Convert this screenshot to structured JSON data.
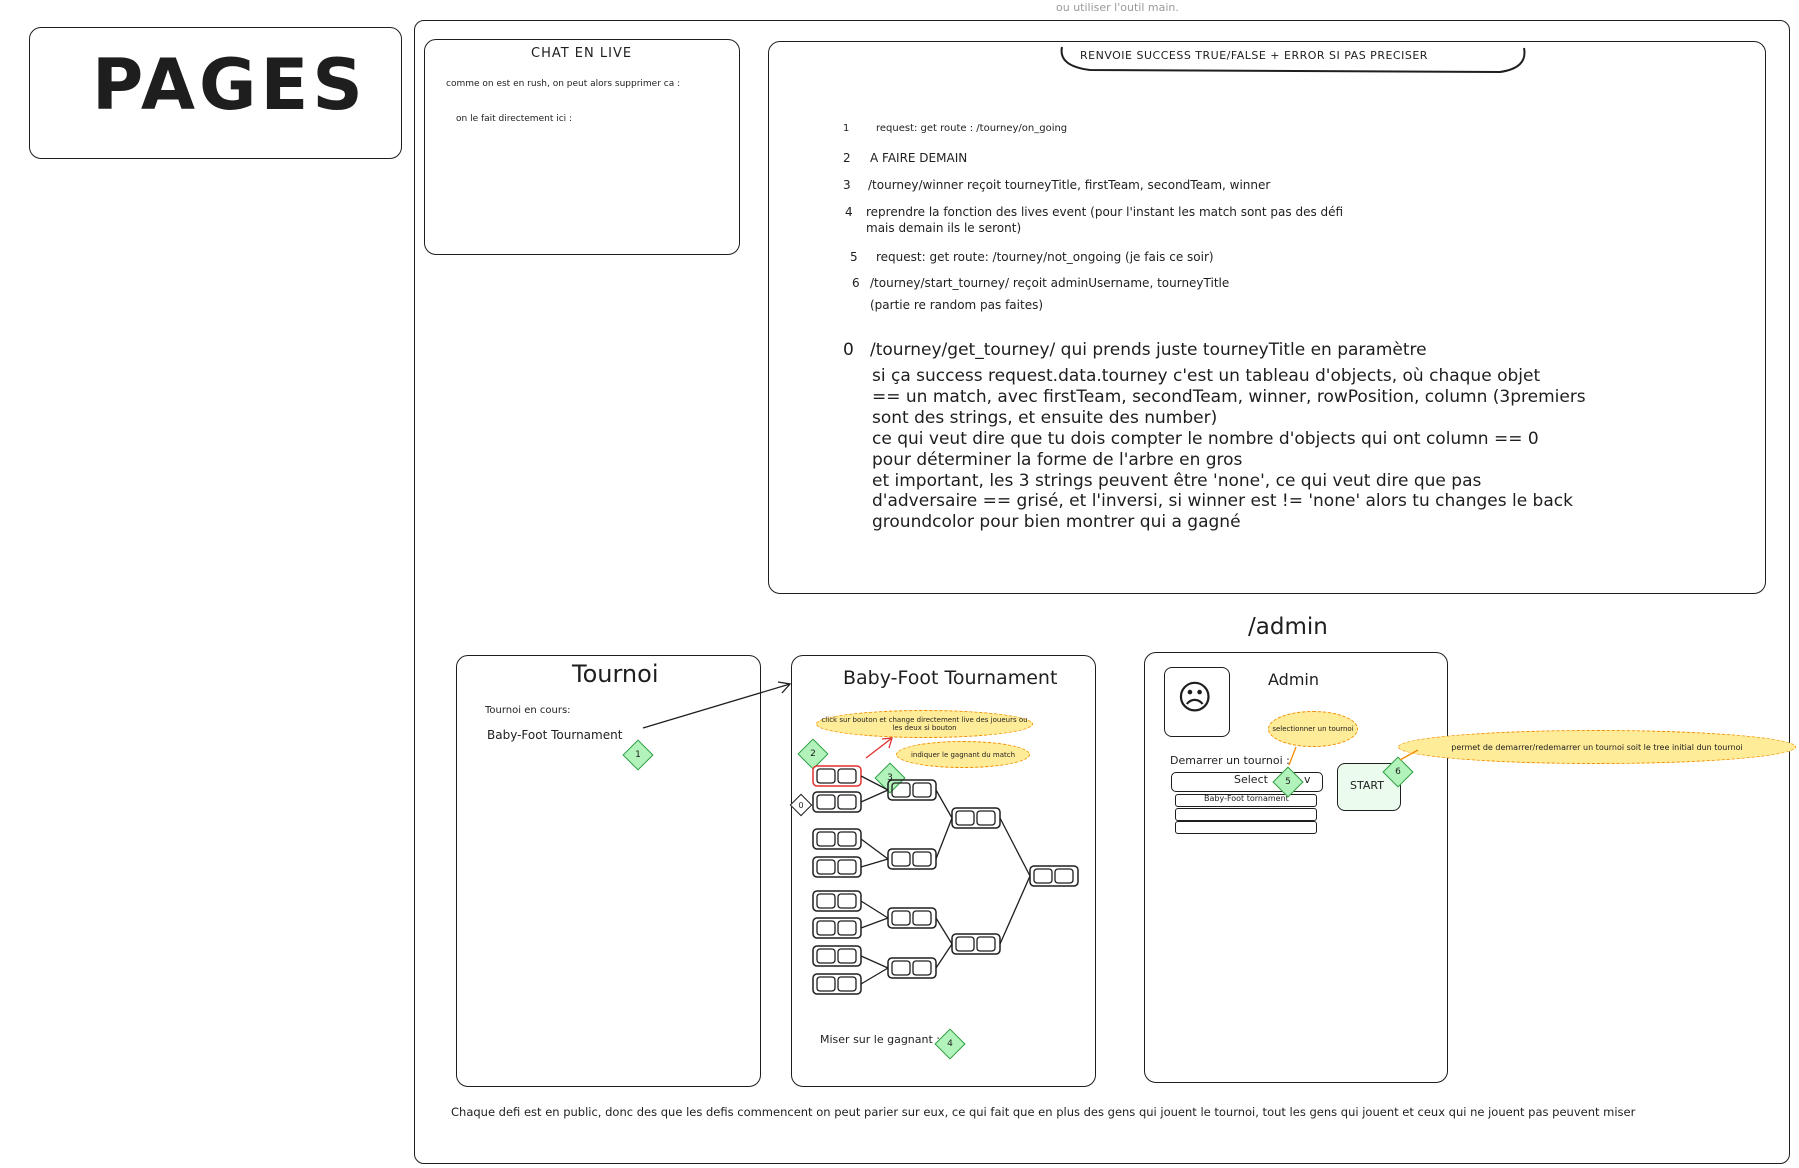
{
  "top_hint": "ou utiliser l'outil main.",
  "pages_title": "PAGES",
  "chat": {
    "title": "CHAT EN LIVE",
    "line1": "comme on est en rush, on peut alors supprimer ca :",
    "line2": "on le fait directement ici :"
  },
  "notes": {
    "header": "RENVOIE SUCCESS TRUE/FALSE + ERROR SI PAS PRECISER",
    "items": [
      {
        "num": "1",
        "text": "request: get   route : /tourney/on_going"
      },
      {
        "num": "2",
        "text": "A FAIRE DEMAIN"
      },
      {
        "num": "3",
        "text": "/tourney/winner reçoit tourneyTitle, firstTeam, secondTeam, winner"
      },
      {
        "num": "4",
        "text": "reprendre la fonction des lives event (pour l'instant les match sont pas des défi",
        "text2": "mais demain ils le seront)"
      },
      {
        "num": "5",
        "text": "request: get route: /tourney/not_ongoing (je fais ce soir)"
      },
      {
        "num": "6",
        "text": "/tourney/start_tourney/ reçoit adminUsername, tourneyTitle",
        "text2": "(partie re random pas faites)"
      }
    ],
    "zero": {
      "num": "0",
      "lines": [
        "/tourney/get_tourney/ qui prends juste tourneyTitle en paramètre",
        "si ça success request.data.tourney c'est un tableau d'objects, où chaque objet",
        "== un match, avec firstTeam, secondTeam, winner, rowPosition, column (3premiers",
        "sont des strings, et ensuite des number)",
        "ce qui veut dire que tu dois compter le nombre d'objects qui ont column == 0",
        "pour déterminer la forme de l'arbre en gros",
        "et important, les 3 strings peuvent être 'none', ce qui veut dire que pas",
        "d'adversaire == grisé, et l'inversi, si winner est != 'none' alors tu changes le back",
        "groundcolor pour bien montrer qui a gagné"
      ]
    }
  },
  "admin_route": "/admin",
  "tournoi": {
    "title": "Tournoi",
    "label": "Tournoi en cours:",
    "item": "Baby-Foot Tournament",
    "badge": "1"
  },
  "bracket": {
    "title": "Baby-Foot Tournament",
    "bubble1": "click sur bouton et change directement live des joueurs ou les deux si bouton",
    "bubble2": "indiquer le gagnant du match",
    "badge2": "2",
    "badge3": "3",
    "badge0": "0",
    "bet_label": "Miser sur le gagnant :",
    "badge4": "4"
  },
  "admin": {
    "title": "Admin",
    "avatar_glyph": "☹",
    "start_label": "Demarrer un tournoi :",
    "select_value": "Select",
    "select_chevron": "v",
    "option1": "Baby-Foot tornament",
    "start_button": "START",
    "bubble_select": "selectionner un tournoi",
    "bubble_start": "permet de demarrer/redemarrer un tournoi soit le tree initial dun tournoi",
    "badge5": "5",
    "badge6": "6"
  },
  "footer": "Chaque defi est en public, donc des que les defis commencent on peut parier sur eux, ce qui fait que en plus des gens qui jouent le tournoi, tout les gens qui jouent et ceux qui ne jouent pas peuvent miser"
}
